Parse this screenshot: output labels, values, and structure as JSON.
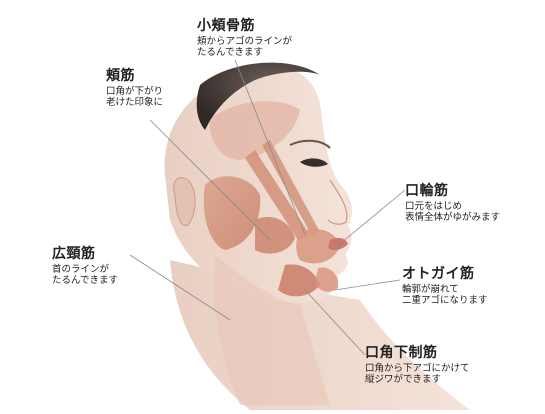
{
  "labels": {
    "zygomaticus_minor": {
      "title": "小頬骨筋",
      "desc": [
        "頬からアゴのラインが",
        "たるんできます"
      ]
    },
    "buccinator": {
      "title": "頬筋",
      "desc": [
        "口角が下がり",
        "老けた印象に"
      ]
    },
    "platysma": {
      "title": "広頸筋",
      "desc": [
        "首のラインが",
        "たるんできます"
      ]
    },
    "orbicularis_oris": {
      "title": "口輪筋",
      "desc": [
        "口元をはじめ",
        "表情全体がゆがみます"
      ]
    },
    "mentalis": {
      "title": "オトガイ筋",
      "desc": [
        "輪郭が崩れて",
        "二重アゴになります"
      ]
    },
    "depressor_anguli_oris": {
      "title": "口角下制筋",
      "desc": [
        "口角から下アゴにかけて",
        "縦ジワができます"
      ]
    }
  }
}
